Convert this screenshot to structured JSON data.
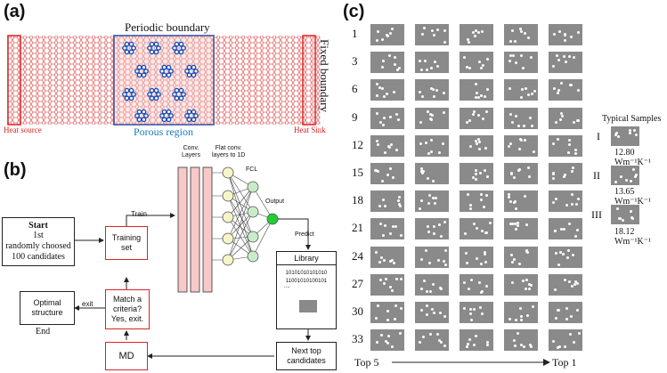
{
  "panel_a": {
    "label": "(a)",
    "top_label": "Periodic boundary",
    "right_label": "Fixed boundary",
    "heat_source": "Heat source",
    "heat_sink": "Heat Sink",
    "porous": "Porous region"
  },
  "panel_b": {
    "label": "(b)",
    "start_title": "Start",
    "start_body": "1st\nrandomly choosed\n100 candidates",
    "training_set": "Training\nset",
    "train_arrow": "Train",
    "conv_layers": "Conv.\nLayers",
    "flat_layers": "Flat conv.\nlayers to 1D",
    "fcl": "FCL",
    "output": "Output",
    "predict": "Predict",
    "library_title": "Library",
    "library_line1": "10101010101010",
    "library_line2": "11001010100101",
    "library_dots": "....",
    "match": "Match a\ncriteria?\nYes, exit.",
    "exit": "exit",
    "optimal": "Optimal\nstructure",
    "end": "End",
    "md": "MD",
    "next_top": "Next top\ncandidates"
  },
  "panel_c": {
    "label": "(c)",
    "rows": [
      "1",
      "3",
      "6",
      "9",
      "12",
      "15",
      "18",
      "21",
      "24",
      "27",
      "30",
      "33"
    ],
    "bottom_left": "Top 5",
    "bottom_right": "Top 1",
    "typical_title": "Typical Samples",
    "samples": [
      {
        "roman": "I",
        "value": "12.80 Wm⁻¹K⁻¹"
      },
      {
        "roman": "II",
        "value": "13.65 Wm⁻¹K⁻¹"
      },
      {
        "roman": "III",
        "value": "18.12 Wm⁻¹K⁻¹"
      }
    ]
  }
}
